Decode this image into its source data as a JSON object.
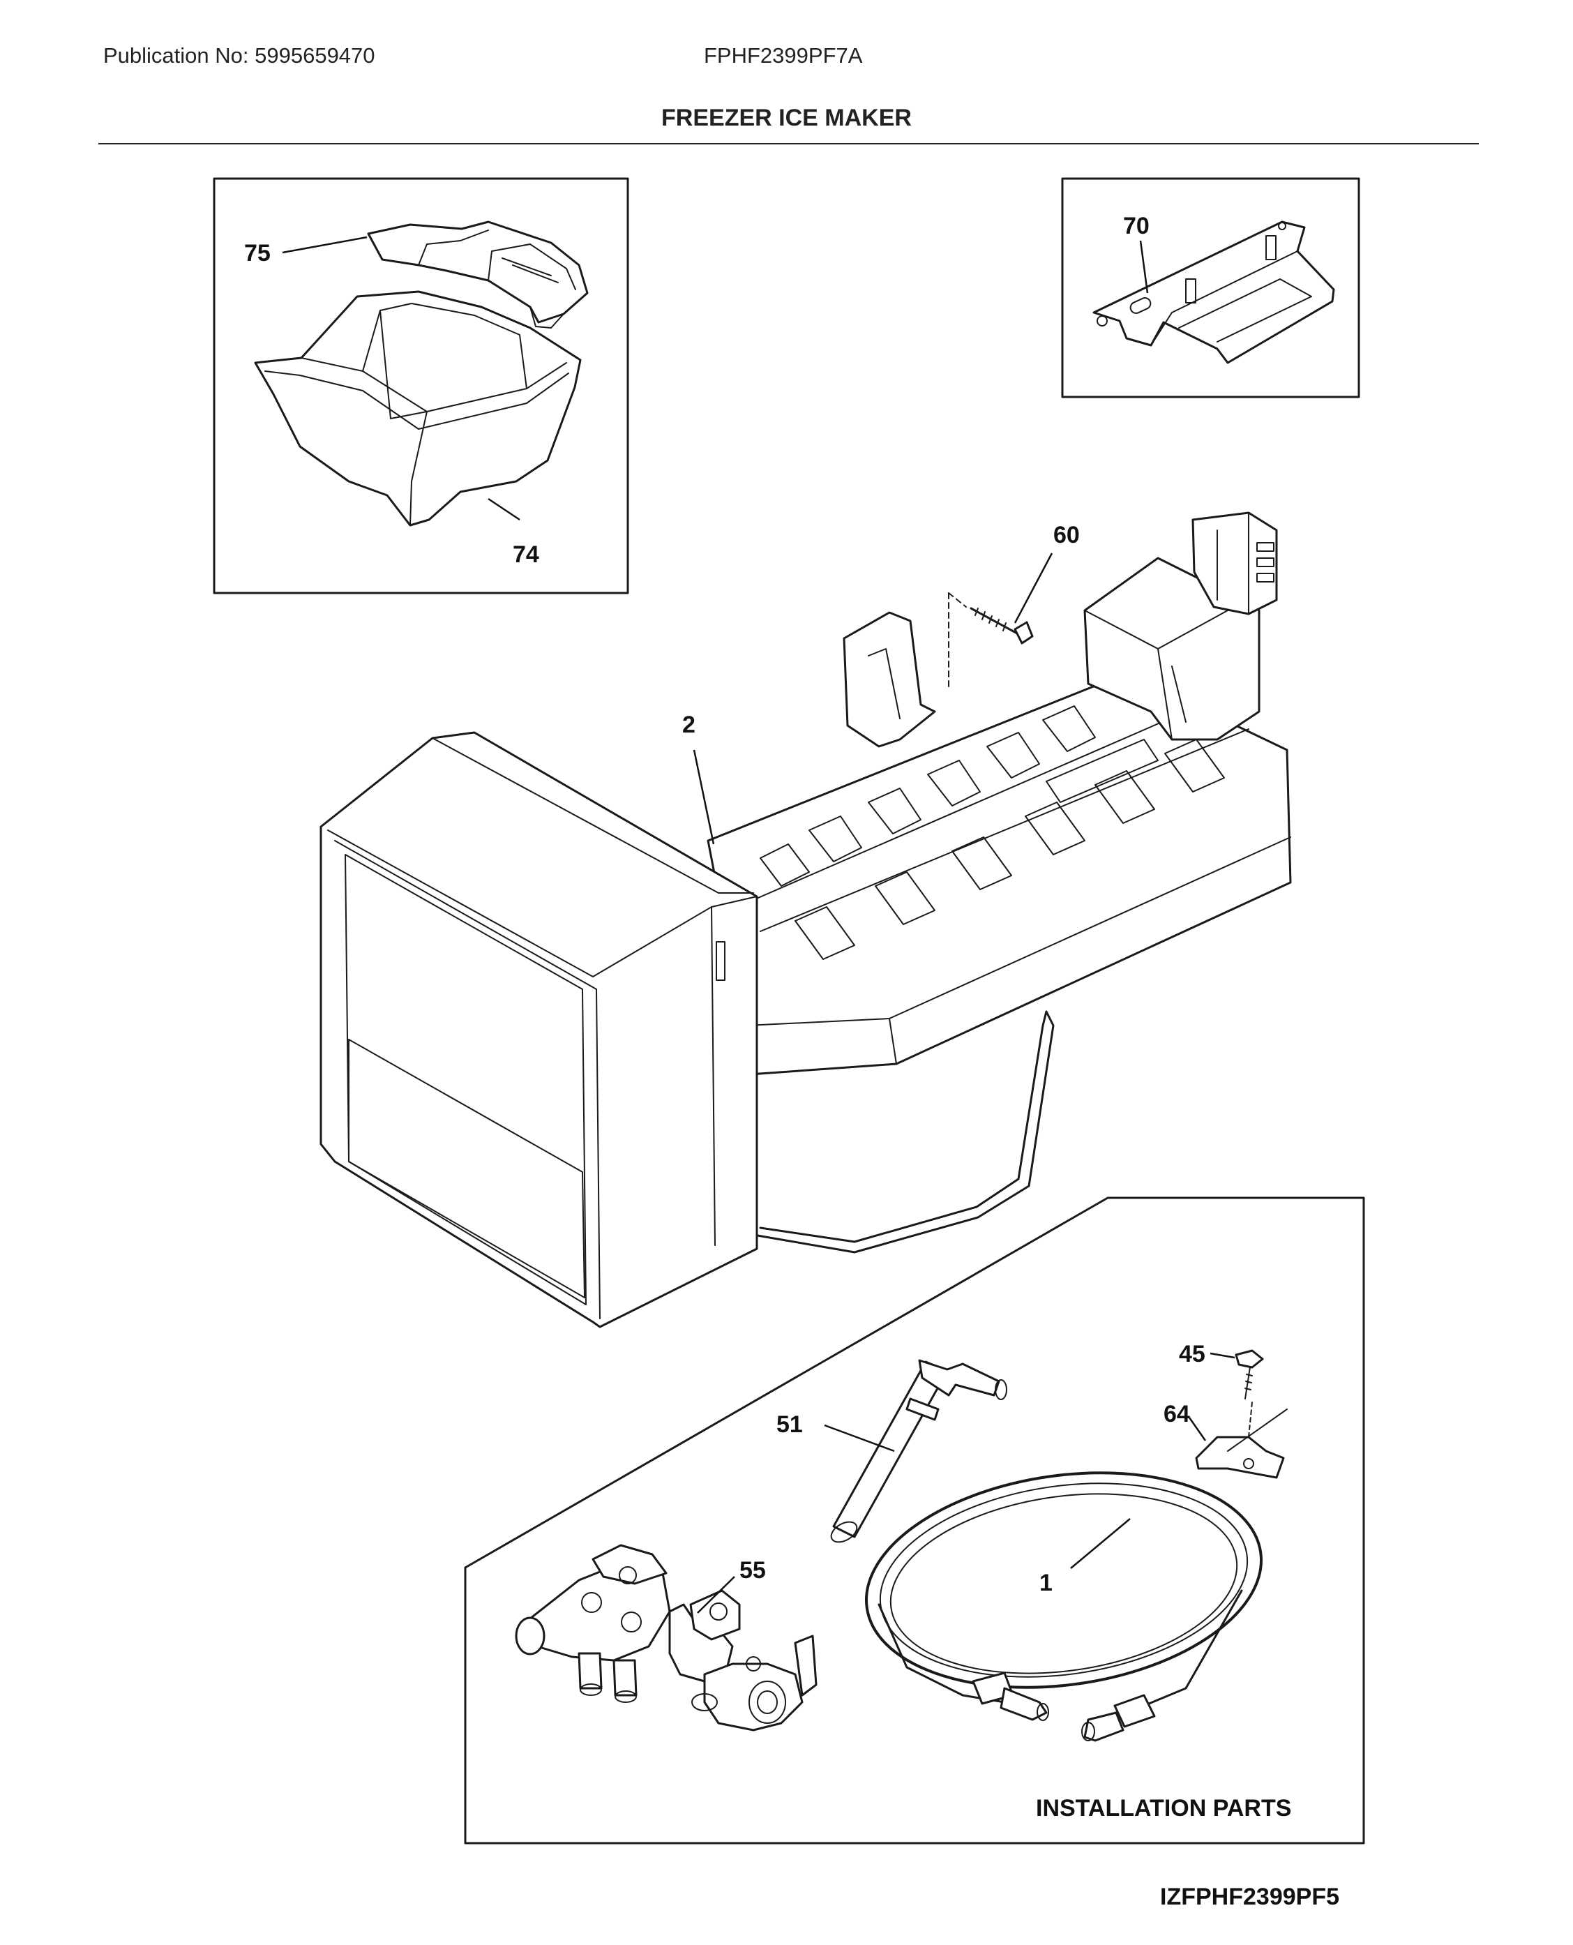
{
  "header": {
    "publication": "Publication No: 5995659470",
    "model": "FPHF2399PF7A",
    "title": "FREEZER ICE MAKER"
  },
  "callouts": {
    "p75": "75",
    "p74": "74",
    "p70": "70",
    "p60": "60",
    "p2": "2",
    "p45": "45",
    "p64": "64",
    "p51": "51",
    "p55": "55",
    "p1": "1"
  },
  "installation_caption": "INSTALLATION PARTS",
  "diagram_id": "IZFPHF2399PF5"
}
